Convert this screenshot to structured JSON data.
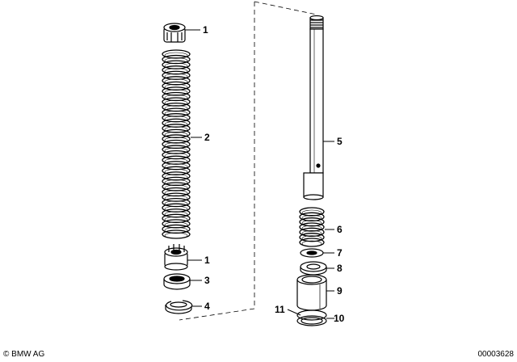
{
  "callouts": [
    "1",
    "2",
    "1",
    "3",
    "4",
    "5",
    "6",
    "7",
    "8",
    "9",
    "11",
    "10"
  ],
  "footer": {
    "copyright": "© BMW AG",
    "document_number": "00003628"
  }
}
